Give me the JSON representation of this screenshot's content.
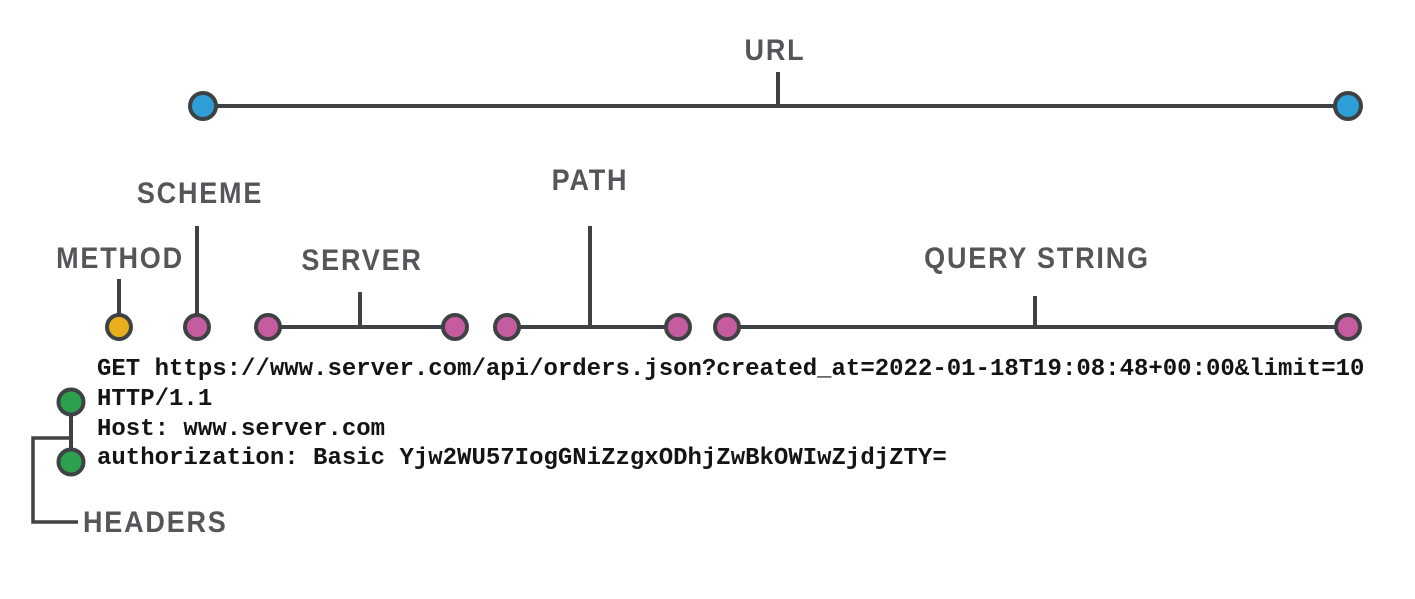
{
  "diagram": {
    "labels": {
      "url": "URL",
      "scheme": "SCHEME",
      "method": "METHOD",
      "server": "SERVER",
      "path": "PATH",
      "query_string": "QUERY STRING",
      "headers": "HEADERS"
    },
    "request_lines": [
      "GET https://www.server.com/api/orders.json?created_at=2022-01-18T19:08:48+00:00&limit=10",
      "HTTP/1.1",
      "Host: www.server.com",
      "authorization: Basic Yjw2WU57IogGNiZzgxODhjZwBkOWIwZjdjZTY="
    ],
    "colors": {
      "url_endpoint_dot": "#2e9fd6",
      "method_dot": "#e9ae1d",
      "url_part_dot": "#c45c9f",
      "header_dot": "#2da04e",
      "line": "#3f4245",
      "label_text": "#55565a",
      "code_text": "#141414"
    }
  }
}
